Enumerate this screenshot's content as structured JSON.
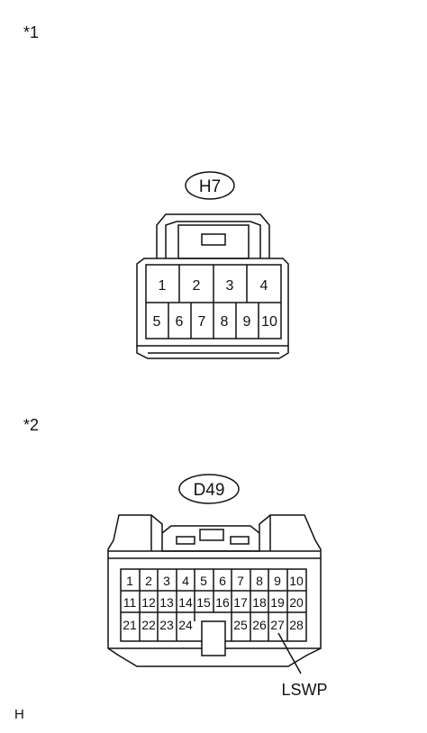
{
  "figure": {
    "marker_1": "*1",
    "marker_2": "*2",
    "footer_code": "H"
  },
  "connector_h7": {
    "label": "H7",
    "pins_top": [
      "1",
      "2",
      "3",
      "4"
    ],
    "pins_bottom": [
      "5",
      "6",
      "7",
      "8",
      "9",
      "10"
    ]
  },
  "connector_d49": {
    "label": "D49",
    "row_1": [
      "1",
      "2",
      "3",
      "4",
      "5",
      "6",
      "7",
      "8",
      "9",
      "10"
    ],
    "row_2": [
      "11",
      "12",
      "13",
      "14",
      "15",
      "16",
      "17",
      "18",
      "19",
      "20"
    ],
    "row_3_left": [
      "21",
      "22",
      "23",
      "24"
    ],
    "row_3_right": [
      "25",
      "26",
      "27",
      "28"
    ],
    "callout": "LSWP"
  }
}
